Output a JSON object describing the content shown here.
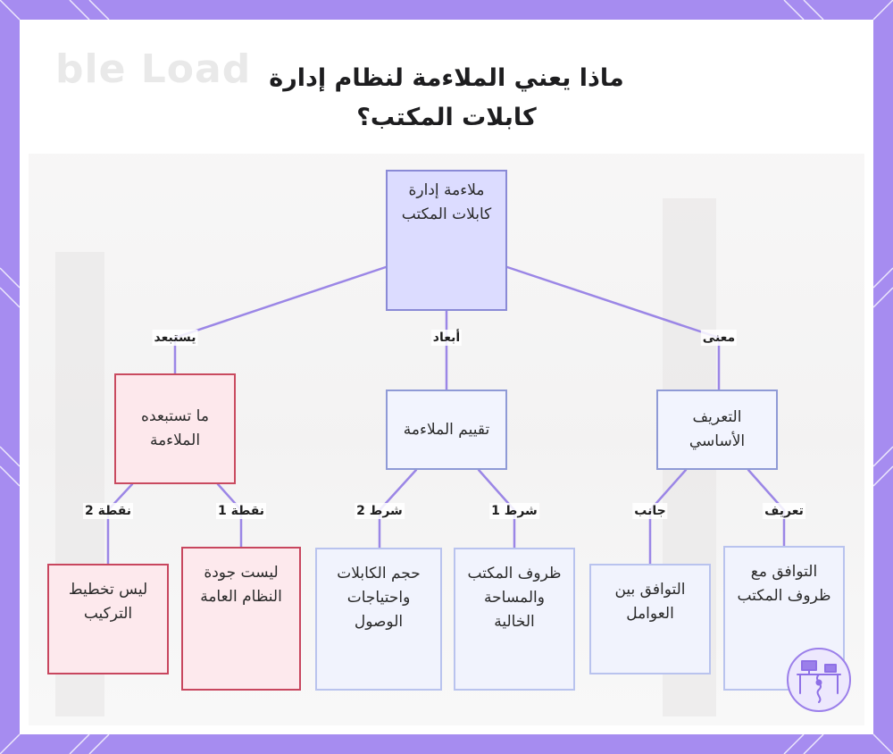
{
  "title_line1": "ماذا يعني الملاءمة لنظام إدارة",
  "title_line2": "كابلات المكتب؟",
  "background_text": "ble Load",
  "colors": {
    "frame": "#a68cf0",
    "link": "#9b86e6",
    "root_fill": "#dcdcff",
    "node_border_blue": "#8f9ad6",
    "node_border_red": "#c94a5f",
    "leaf_fill_red": "#fde9ed"
  },
  "nodes": {
    "root": "ملاءمة إدارة كابلات المكتب",
    "definition": "التعريف الأساسي",
    "assessment": "تقييم الملاءمة",
    "excluded": "ما تستبعده الملاءمة",
    "leaf_office_fit": "التوافق مع ظروف المكتب",
    "leaf_factor_fit": "التوافق بين العوامل",
    "leaf_office_space": "ظروف المكتب والمساحة الخالية",
    "leaf_cable_volume": "حجم الكابلات واحتياجات الوصول",
    "leaf_not_quality": "ليست جودة النظام العامة",
    "leaf_not_install": "ليس تخطيط التركيب"
  },
  "edge_labels": {
    "meaning": "معنى",
    "dimensions": "أبعاد",
    "excludes": "يستبعد",
    "definition": "تعريف",
    "aspect": "جانب",
    "condition1": "شرط 1",
    "condition2": "شرط 2",
    "point1": "نقطة 1",
    "point2": "نقطة 2"
  },
  "logo_icon": "desk-cable-icon"
}
